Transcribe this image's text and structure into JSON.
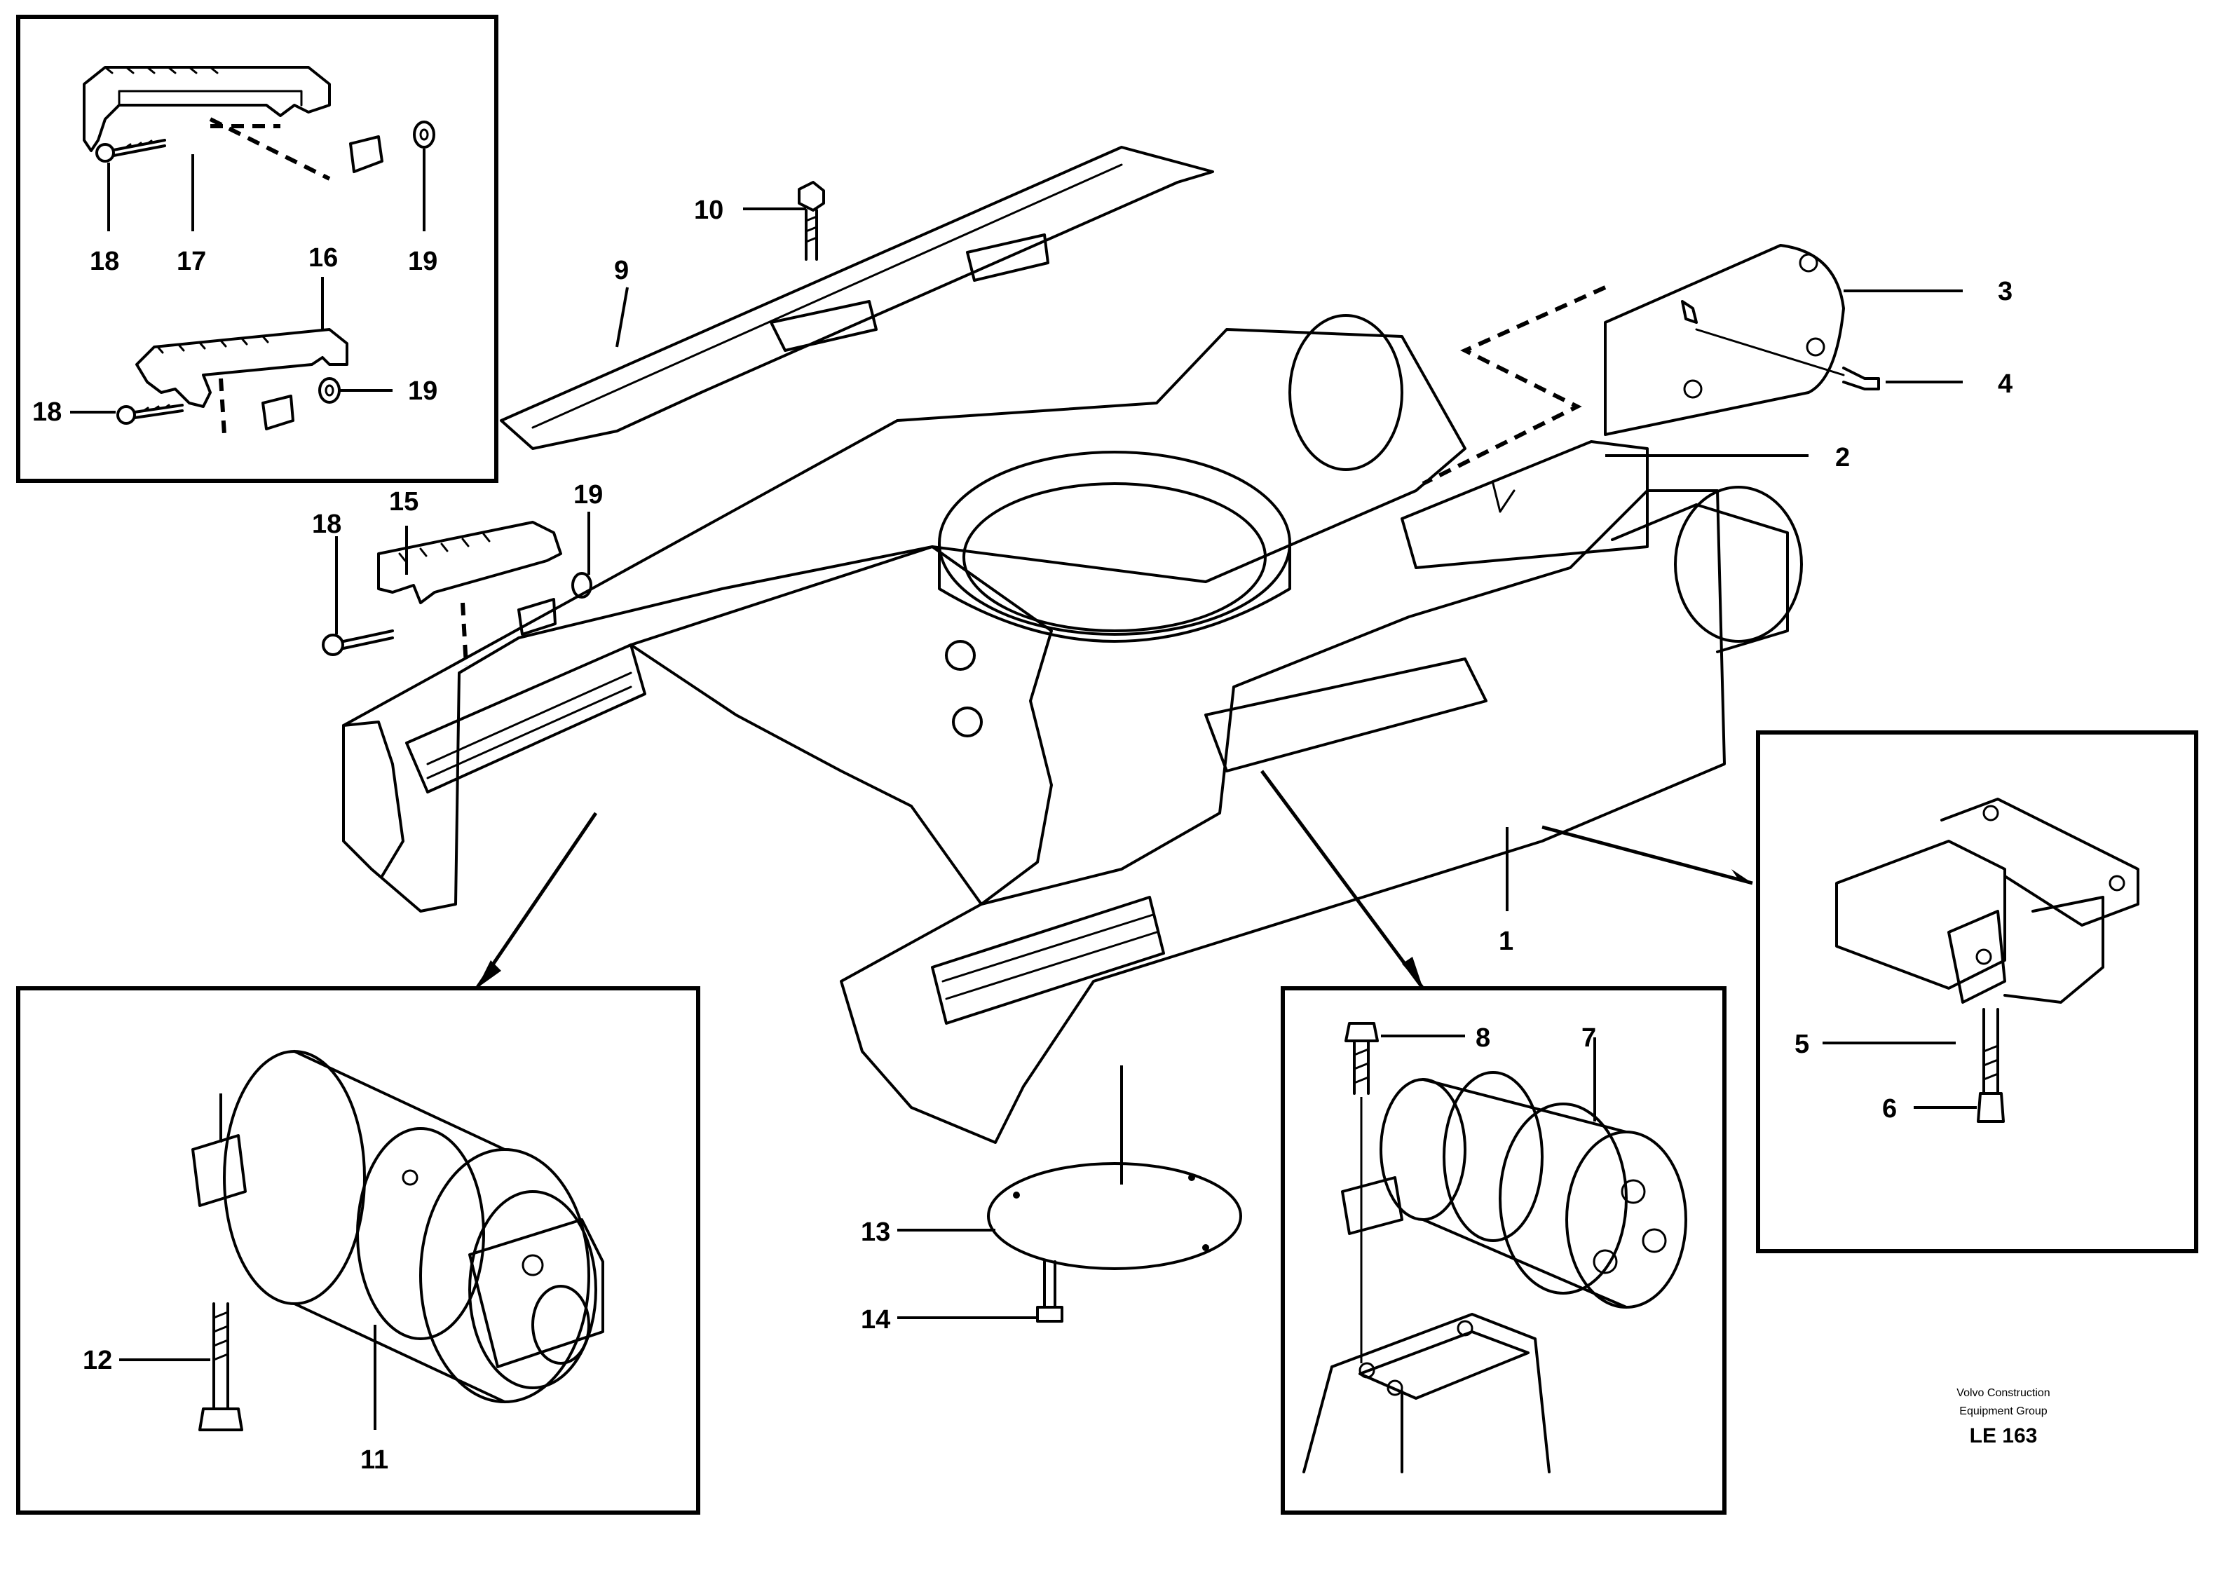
{
  "callouts": {
    "c1": "1",
    "c2": "2",
    "c3": "3",
    "c4": "4",
    "c5": "5",
    "c6": "6",
    "c7": "7",
    "c8": "8",
    "c9": "9",
    "c10": "10",
    "c11": "11",
    "c12": "12",
    "c13": "13",
    "c14": "14",
    "c15": "15",
    "c16": "16",
    "c17": "17",
    "c18a": "18",
    "c18b": "18",
    "c18c": "18",
    "c19a": "19",
    "c19b": "19",
    "c19c": "19"
  },
  "footer": {
    "company_line1": "Volvo Construction",
    "company_line2": "Equipment Group",
    "code": "LE 163"
  }
}
